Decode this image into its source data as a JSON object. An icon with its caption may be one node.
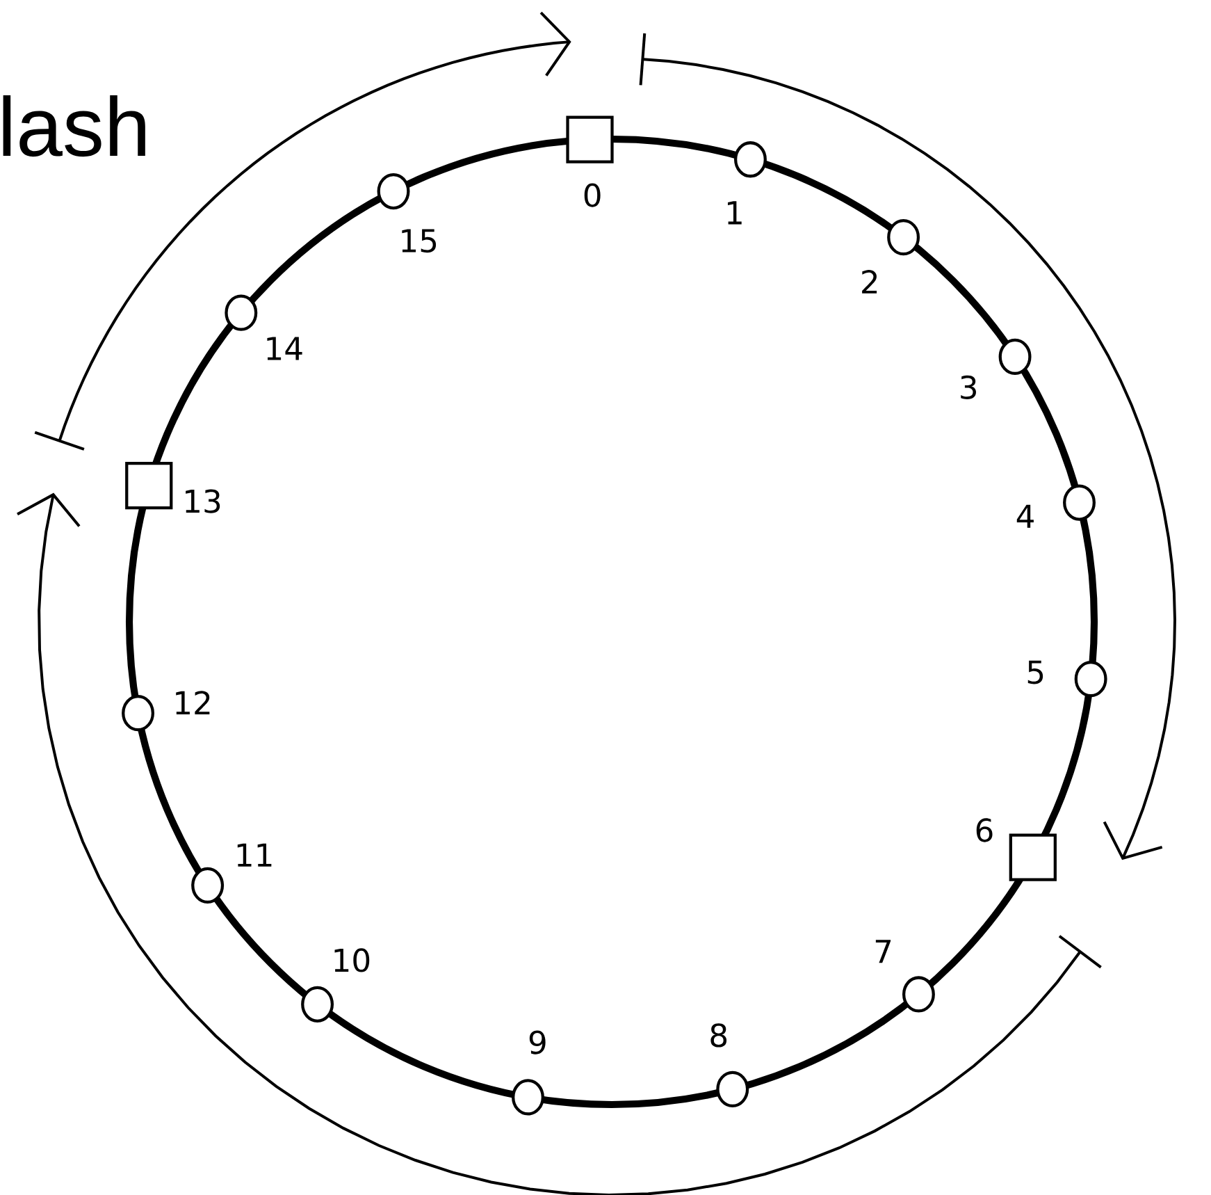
{
  "diagram": {
    "nodes": [
      {
        "text": [],
        "shape": "box",
        "beside": [
          "0"
        ]
      },
      {
        "text": [],
        "shape": "circle",
        "beside": [
          "1"
        ]
      },
      {
        "text": [],
        "shape": "circle",
        "beside": [
          "2"
        ]
      },
      {
        "text": [],
        "shape": "circle",
        "beside": [
          "3"
        ]
      },
      {
        "text": [],
        "shape": "circle",
        "beside": [
          "4"
        ]
      },
      {
        "text": [],
        "shape": "circle",
        "beside": [
          "5"
        ]
      },
      {
        "text": [],
        "shape": "box",
        "beside": [
          "6"
        ]
      },
      {
        "text": [],
        "shape": "circle",
        "beside": [
          "7"
        ]
      },
      {
        "text": [],
        "shape": "circle",
        "beside": [
          "8"
        ]
      },
      {
        "text": [],
        "shape": "circle",
        "beside": [
          "9"
        ]
      },
      {
        "text": [],
        "shape": "circle",
        "beside": [
          "10"
        ]
      },
      {
        "text": [],
        "shape": "circle",
        "beside": [
          "11"
        ]
      },
      {
        "text": [],
        "shape": "circle",
        "beside": [
          "12"
        ]
      },
      {
        "text": [],
        "shape": "box",
        "beside": [
          "13"
        ]
      },
      {
        "text": [],
        "shape": "circle",
        "beside": [
          "14"
        ]
      },
      {
        "text": [],
        "shape": "circle",
        "beside": [
          "15"
        ]
      }
    ],
    "labels": [
      "lash"
    ]
  }
}
